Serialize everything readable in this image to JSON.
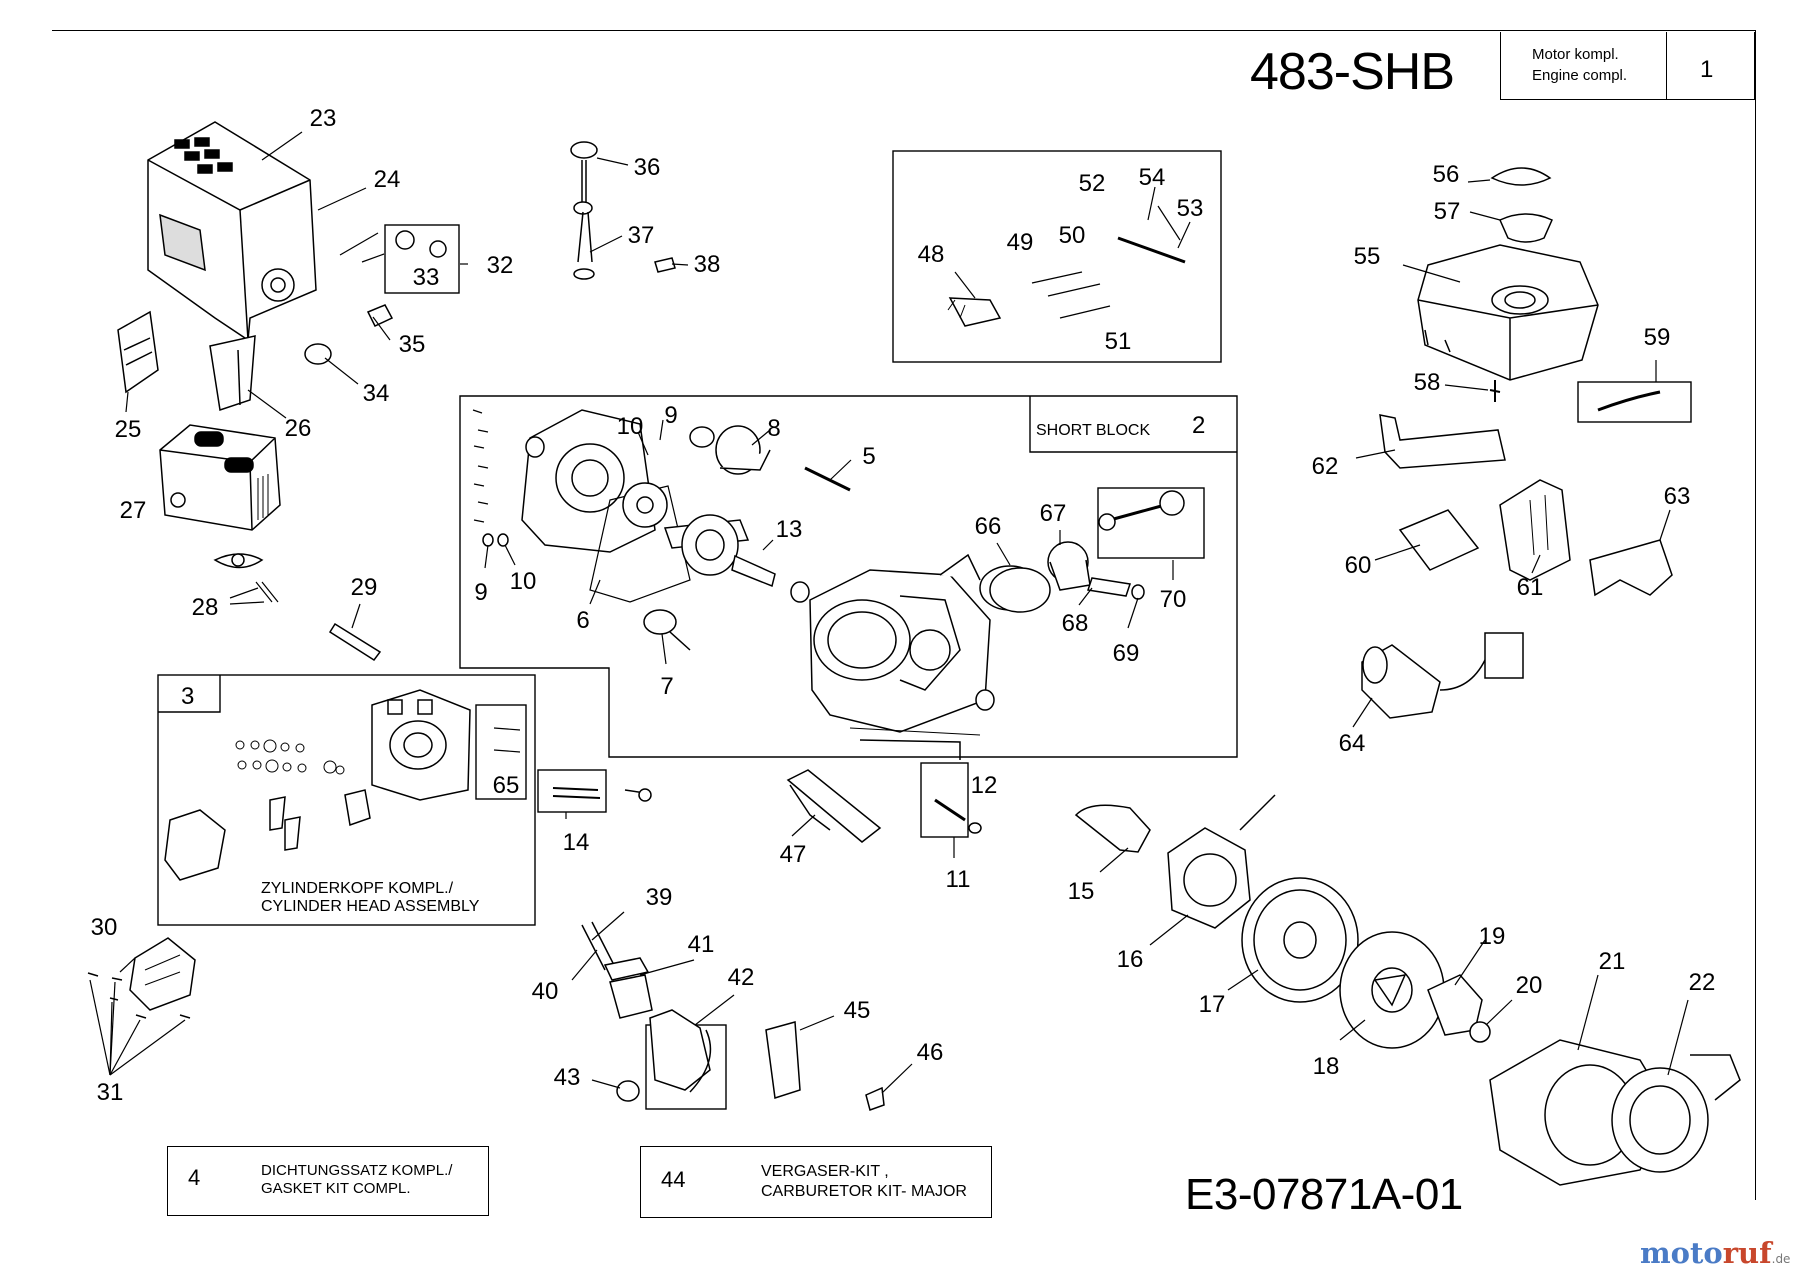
{
  "header": {
    "model": "483-SHB",
    "description_de": "Motor kompl.",
    "description_en": "Engine compl.",
    "group_number": "1"
  },
  "drawing_code": "E3-07871A-01",
  "logo": {
    "main": "motoruf",
    "tld": ".de"
  },
  "short_block": {
    "label": "SHORT BLOCK",
    "number": "2"
  },
  "cylinder_head": {
    "number": "3",
    "label_de": "ZYLINDERKOPF KOMPL./",
    "label_en": "CYLINDER HEAD ASSEMBLY"
  },
  "gasket_kit": {
    "number": "4",
    "label_de": "DICHTUNGSSATZ KOMPL./",
    "label_en": "GASKET KIT COMPL."
  },
  "carb_kit": {
    "number": "44",
    "label_de": "VERGASER-KIT ,",
    "label_en": "CARBURETOR KIT- MAJOR"
  },
  "callouts": [
    "5",
    "6",
    "7",
    "8",
    "9",
    "9",
    "10",
    "10",
    "11",
    "12",
    "13",
    "14",
    "15",
    "16",
    "17",
    "18",
    "19",
    "20",
    "21",
    "22",
    "23",
    "24",
    "25",
    "26",
    "27",
    "28",
    "29",
    "30",
    "31",
    "32",
    "33",
    "34",
    "35",
    "36",
    "37",
    "38",
    "39",
    "40",
    "41",
    "42",
    "43",
    "45",
    "46",
    "47",
    "48",
    "49",
    "50",
    "51",
    "52",
    "53",
    "54",
    "55",
    "56",
    "57",
    "58",
    "59",
    "60",
    "61",
    "62",
    "63",
    "64",
    "65",
    "66",
    "67",
    "68",
    "69",
    "70"
  ],
  "colors": {
    "line": "#000000",
    "logo_blue": "#4a7bc6",
    "logo_red": "#c8472c"
  }
}
